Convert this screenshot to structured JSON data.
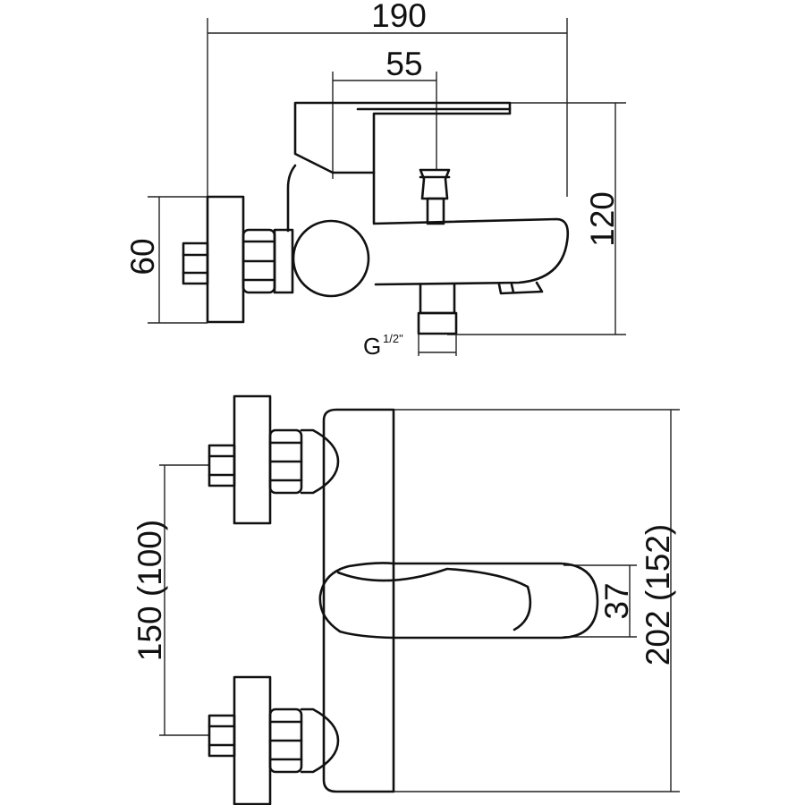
{
  "dimensions": {
    "total_width": "190",
    "spout_offset": "55",
    "wall_plate_height": "60",
    "total_height": "120",
    "thread_label": "G",
    "thread_size": "1/2\"",
    "connection_distance": "150 (100)",
    "lever_width": "37",
    "body_length": "202 (152)"
  }
}
